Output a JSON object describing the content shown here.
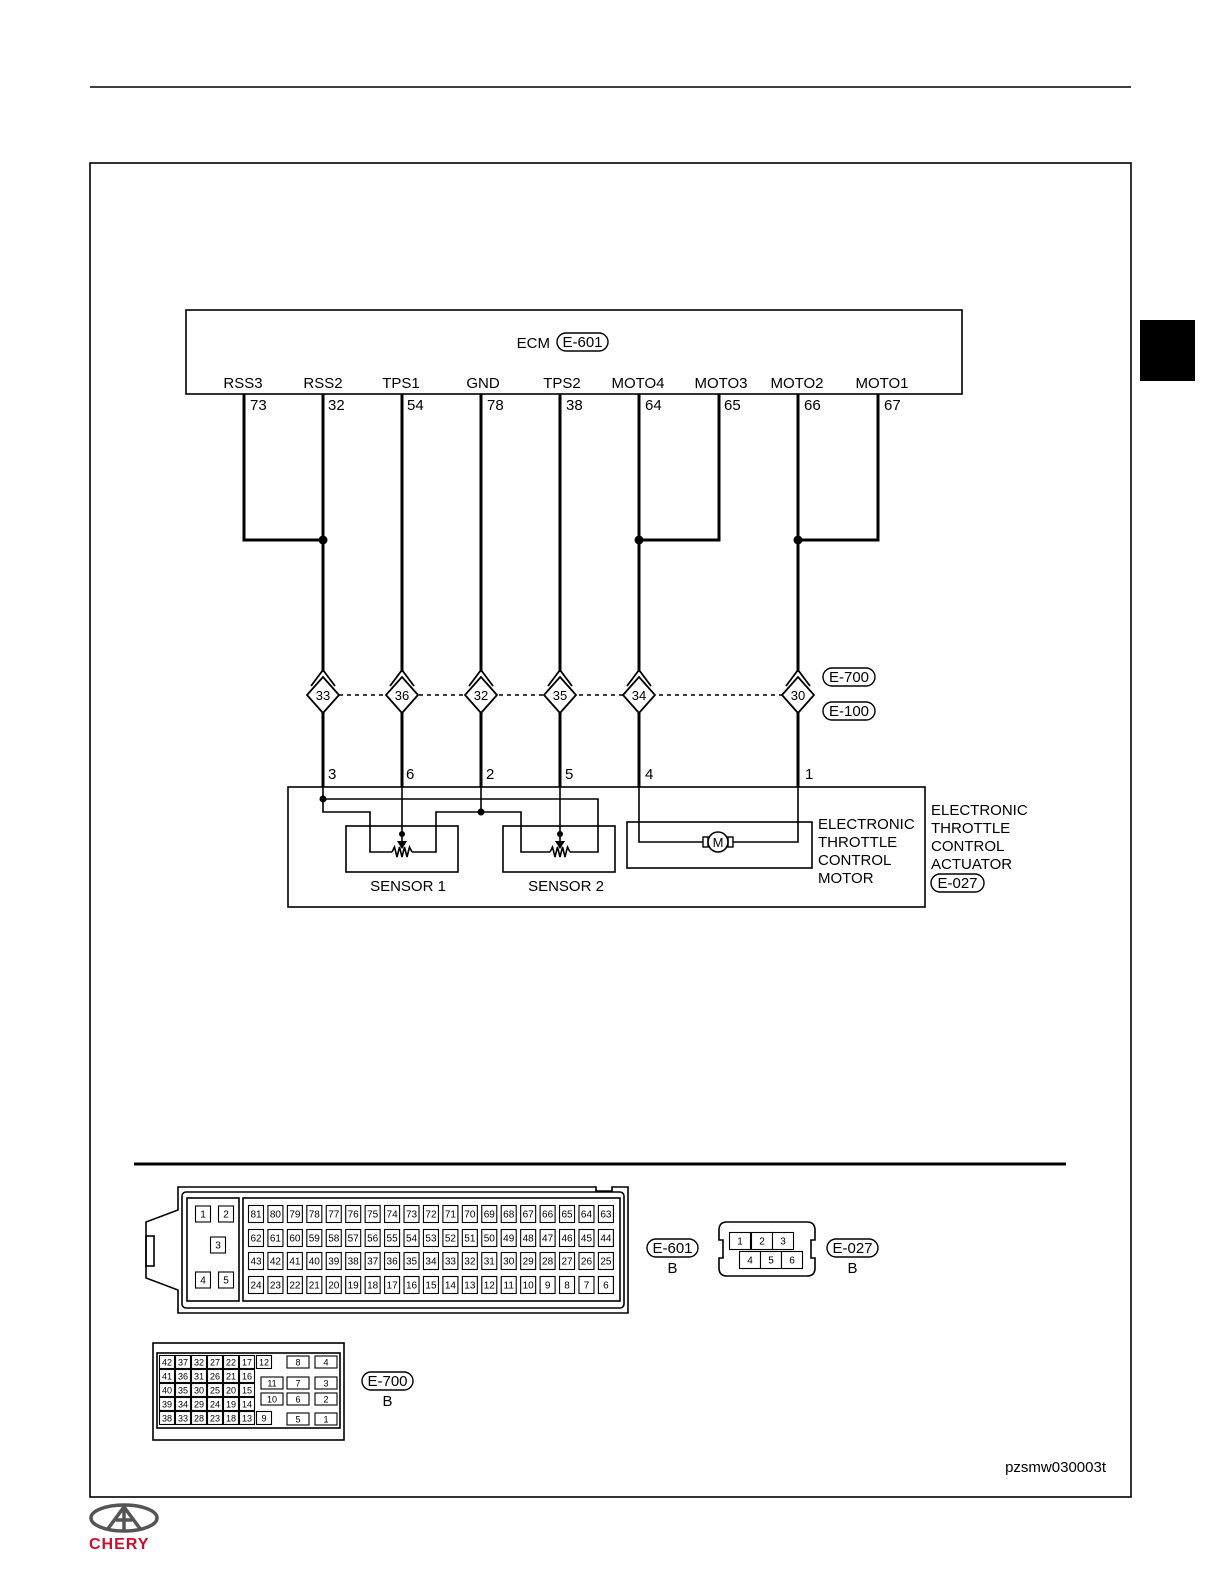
{
  "ecm": {
    "label": "ECM",
    "connector": "E-601"
  },
  "ecm_pins": [
    {
      "name": "RSS3",
      "pin": "73"
    },
    {
      "name": "RSS2",
      "pin": "32"
    },
    {
      "name": "TPS1",
      "pin": "54"
    },
    {
      "name": "GND",
      "pin": "78"
    },
    {
      "name": "TPS2",
      "pin": "38"
    },
    {
      "name": "MOTO4",
      "pin": "64"
    },
    {
      "name": "MOTO3",
      "pin": "65"
    },
    {
      "name": "MOTO2",
      "pin": "66"
    },
    {
      "name": "MOTO1",
      "pin": "67"
    }
  ],
  "inline_connector": {
    "upper_label": "E-700",
    "lower_label": "E-100",
    "pins": [
      "33",
      "36",
      "32",
      "35",
      "34",
      "30"
    ]
  },
  "actuator": {
    "pins": [
      "3",
      "6",
      "2",
      "5",
      "4",
      "1"
    ],
    "label_lines": [
      "ELECTRONIC",
      "THROTTLE",
      "CONTROL",
      "ACTUATOR"
    ],
    "connector": "E-027"
  },
  "sensors": [
    {
      "label": "SENSOR 1"
    },
    {
      "label": "SENSOR 2"
    }
  ],
  "motor": {
    "symbol": "M",
    "label_lines": [
      "ELECTRONIC",
      "THROTTLE",
      "CONTROL",
      "MOTOR"
    ]
  },
  "connector_views": {
    "e601": {
      "label": "E-601",
      "variant": "B",
      "side_pins": [
        "1",
        "2",
        "3",
        "4",
        "5"
      ],
      "rows": [
        [
          "81",
          "80",
          "79",
          "78",
          "77",
          "76",
          "75",
          "74",
          "73",
          "72",
          "71",
          "70",
          "69",
          "68",
          "67",
          "66",
          "65",
          "64",
          "63"
        ],
        [
          "62",
          "61",
          "60",
          "59",
          "58",
          "57",
          "56",
          "55",
          "54",
          "53",
          "52",
          "51",
          "50",
          "49",
          "48",
          "47",
          "46",
          "45",
          "44"
        ],
        [
          "43",
          "42",
          "41",
          "40",
          "39",
          "38",
          "37",
          "36",
          "35",
          "34",
          "33",
          "32",
          "31",
          "30",
          "29",
          "28",
          "27",
          "26",
          "25"
        ],
        [
          "24",
          "23",
          "22",
          "21",
          "20",
          "19",
          "18",
          "17",
          "16",
          "15",
          "14",
          "13",
          "12",
          "11",
          "10",
          "9",
          "8",
          "7",
          "6"
        ]
      ]
    },
    "e027": {
      "label": "E-027",
      "variant": "B",
      "rows": [
        [
          "1",
          "2",
          "3"
        ],
        [
          "4",
          "5",
          "6"
        ]
      ]
    },
    "e700": {
      "label": "E-700",
      "variant": "B",
      "left_rows": [
        [
          "42",
          "37",
          "32",
          "27",
          "22",
          "17",
          "12"
        ],
        [
          "41",
          "36",
          "31",
          "26",
          "21",
          "16"
        ],
        [
          "40",
          "35",
          "30",
          "25",
          "20",
          "15"
        ],
        [
          "39",
          "34",
          "29",
          "24",
          "19",
          "14"
        ],
        [
          "38",
          "33",
          "28",
          "23",
          "18",
          "13",
          "9"
        ]
      ],
      "middle": [
        "11",
        "10"
      ],
      "right_rows": [
        [
          "8",
          "4"
        ],
        [
          "7",
          "3"
        ],
        [
          "6",
          "2"
        ],
        [
          "5",
          "1"
        ]
      ]
    }
  },
  "figure_code": "pzsmw030003t",
  "logo": {
    "text": "CHERY"
  },
  "colors": {
    "ink": "#000000",
    "logo_red": "#c8102e",
    "logo_gray": "#555555"
  }
}
